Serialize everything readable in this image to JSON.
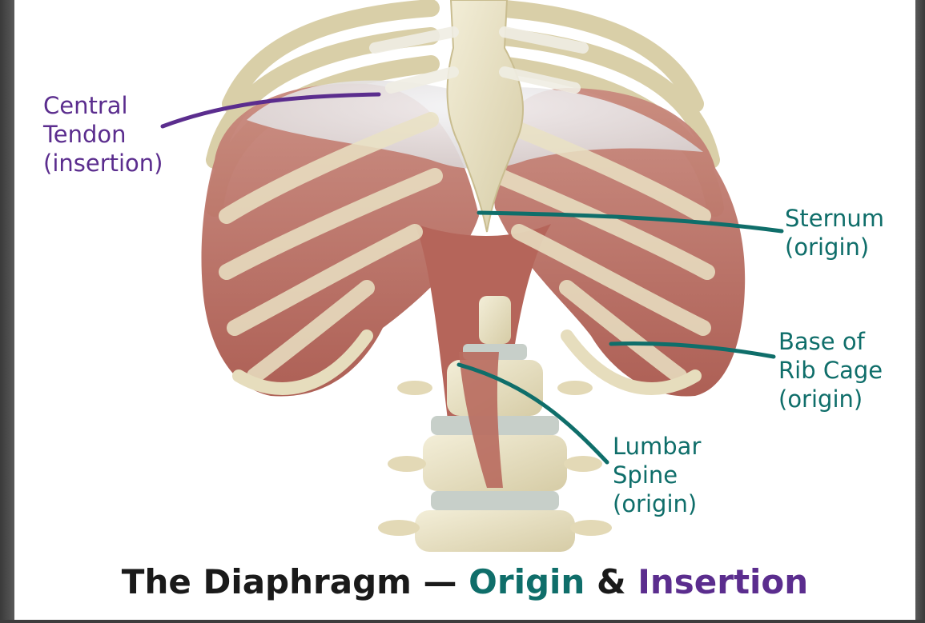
{
  "labels": {
    "central_tendon": [
      "Central",
      "Tendon",
      "(insertion)"
    ],
    "sternum": [
      "Sternum",
      "(origin)"
    ],
    "base_rib_cage": [
      "Base of",
      "Rib Cage",
      "(origin)"
    ],
    "lumbar_spine": [
      "Lumbar",
      "Spine",
      "(origin)"
    ]
  },
  "title": {
    "prefix": "The Diaphragm —",
    "origin": "Origin",
    "amp": "&",
    "insertion": "Insertion"
  },
  "colors": {
    "insertion": "#5b2d8e",
    "origin": "#0f6e6a",
    "muscle": "#b86a5e",
    "bone": "#e9e2c6",
    "tendon": "#e6e6ea"
  }
}
